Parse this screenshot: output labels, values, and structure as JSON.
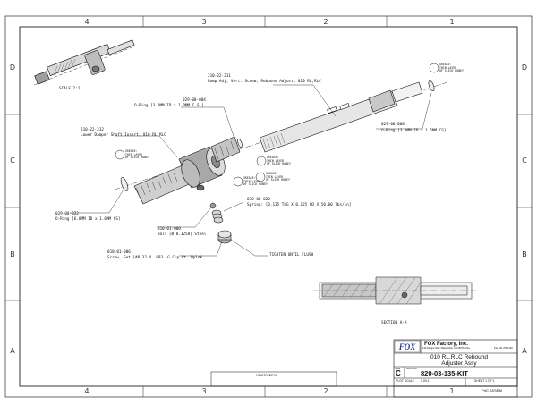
{
  "zones": {
    "columns": [
      "4",
      "3",
      "2",
      "1"
    ],
    "rows": [
      "D",
      "C",
      "B",
      "A"
    ]
  },
  "views": {
    "scale": "SCALE 2:1",
    "section": "SECTION A-A"
  },
  "parts": [
    {
      "number": "210-22-311",
      "desc": "Damp Adj, Vert. Screw, Rebound Adjust, 010 RL,RLC"
    },
    {
      "number": "029-08-004",
      "desc": "O-Ring [3.0MM ID x 1.0MM C.S.]"
    },
    {
      "number": "029-08-008",
      "desc": "O-Ring [3.0MM ID x 1.5MM CS]"
    },
    {
      "number": "210-22-312",
      "desc": "Lower Damper Shaft Insert, 010 RL,RLC"
    },
    {
      "number": "029-08-022",
      "desc": "O-Ring [6.0MM ID x 1.0MM CS]"
    },
    {
      "number": "038-08-020",
      "desc": "Spring: [0.135 TLG X 0.125 OD X 50.00 lbs/in]"
    },
    {
      "number": "010-01-000",
      "desc": "Ball [Ø 0.1250] Steel"
    },
    {
      "number": "018-01-006",
      "desc": "Screw, Set [#8-32 X .093 LG Cup Pt, Nylok"
    }
  ],
  "callouts": {
    "grease": "GREASE:",
    "thin_layer": "THIN LAYER",
    "slick_honey": "OF SLICK HONEY",
    "tighten": "TIGHTEN UNTIL FLUSH"
  },
  "title_block": {
    "company": "FOX Factory, Inc.",
    "address": "130 Hangar Way, Watsonville, CA 95076 USA",
    "phone": "Fax 831.768.1130",
    "title_line1": "010 RL,RLC Rebound",
    "title_line2": "Adjuster Assy",
    "size_label": "SIZE",
    "size_value": "C",
    "dwg_no_label": "DWG NO.",
    "dwg_no": "820-03-135-KIT",
    "scale_label": "PLOT SCALE",
    "scale_value": "2.00:1",
    "sheet": "SHEET 1 OF 1",
    "footer": "PrtC ASSEM"
  },
  "confidential": "CONFIDENTIAL"
}
